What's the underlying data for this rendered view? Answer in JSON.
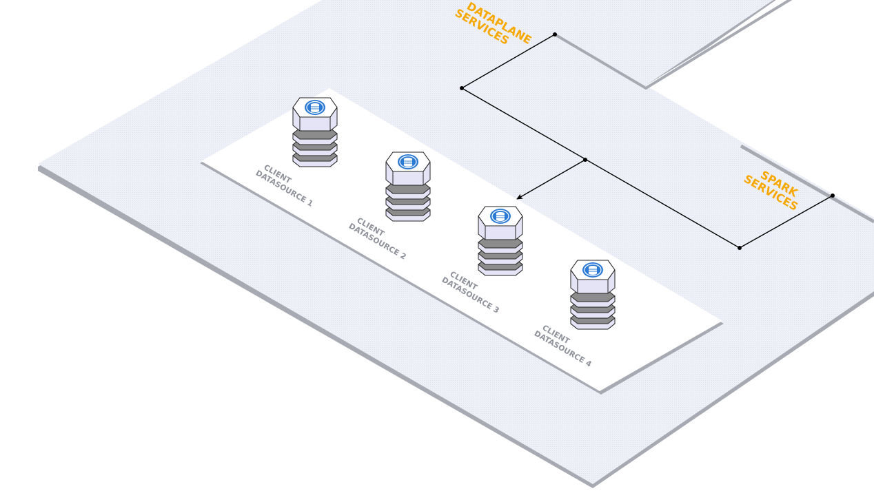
{
  "zones": {
    "dataplane": {
      "line1": "DATAPLANE",
      "line2": "SERVICES"
    },
    "spark": {
      "line1": "SPARK",
      "line2": "SERVICES"
    }
  },
  "datasources": [
    {
      "line1": "CLIENT",
      "line2": "DATASOURCE 1"
    },
    {
      "line1": "CLIENT",
      "line2": "DATASOURCE 2"
    },
    {
      "line1": "CLIENT",
      "line2": "DATASOURCE 3"
    },
    {
      "line1": "CLIENT",
      "line2": "DATASOURCE 4"
    }
  ],
  "colors": {
    "platform": "#eef0f8",
    "platform_edge": "#a7aab2",
    "tray": "#ffffff",
    "label_orange": "#f7a800",
    "label_gray": "#8f929b",
    "db_icon": "#2b7bd6",
    "disk_light": "#e4e4f6",
    "disk_dark": "#8c8c8c"
  },
  "icons": {
    "datasource": "database-stack-icon"
  }
}
